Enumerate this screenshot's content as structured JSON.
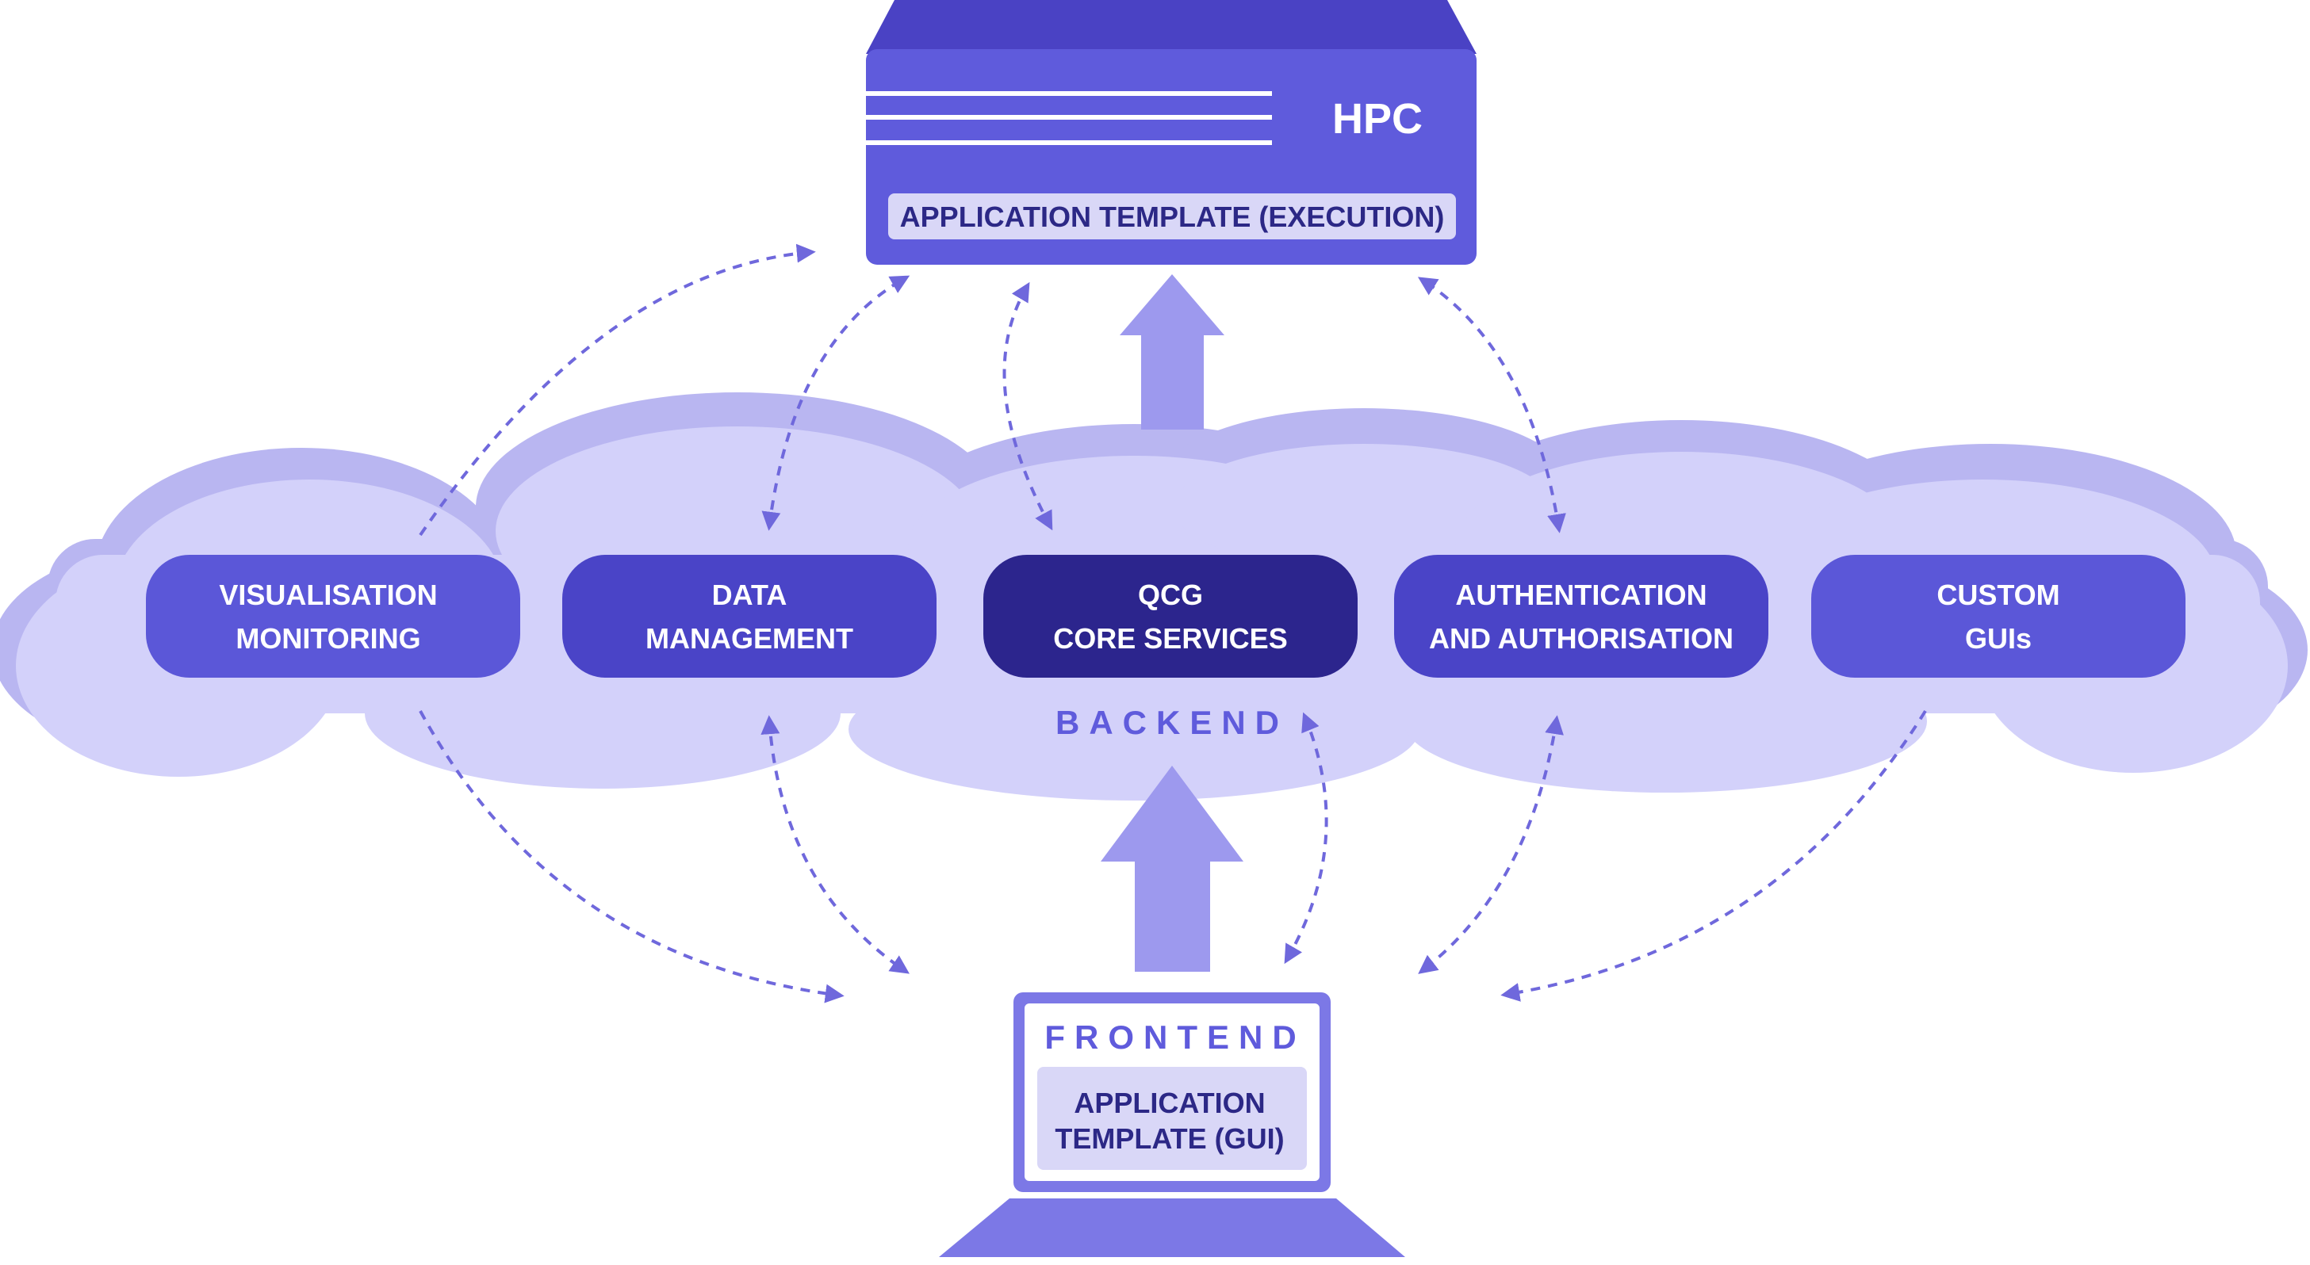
{
  "hpc": {
    "title": "HPC",
    "template_label": "APPLICATION TEMPLATE (EXECUTION)"
  },
  "backend": {
    "label": "BACKEND",
    "services": [
      {
        "id": "visualisation",
        "line1": "VISUALISATION",
        "line2": "MONITORING"
      },
      {
        "id": "data",
        "line1": "DATA",
        "line2": "MANAGEMENT"
      },
      {
        "id": "qcg",
        "line1": "QCG",
        "line2": "CORE SERVICES"
      },
      {
        "id": "auth",
        "line1": "AUTHENTICATION",
        "line2": "AND AUTHORISATION"
      },
      {
        "id": "custom",
        "line1": "CUSTOM",
        "line2": "GUIs"
      }
    ]
  },
  "frontend": {
    "label": "FRONTEND",
    "template_line1": "APPLICATION",
    "template_line2": "TEMPLATE (GUI)"
  },
  "colors": {
    "hpc_top": "#4a42c4",
    "hpc_body": "#5f5bdc",
    "hpc_label_bg": "#d9d7f7",
    "cloud_outer": "#b9b6f1",
    "cloud_inner": "#d3d1fa",
    "pill_light": "#5b57d8",
    "pill_mid": "#4a44c7",
    "pill_dark": "#2c258d",
    "arrow_fill": "#9d99ee",
    "dashed": "#6f68dc",
    "text_dark": "#2c2886",
    "text_white": "#ffffff"
  },
  "icons": [
    "server-icon",
    "cloud-icon",
    "laptop-icon",
    "up-arrow-icon"
  ]
}
